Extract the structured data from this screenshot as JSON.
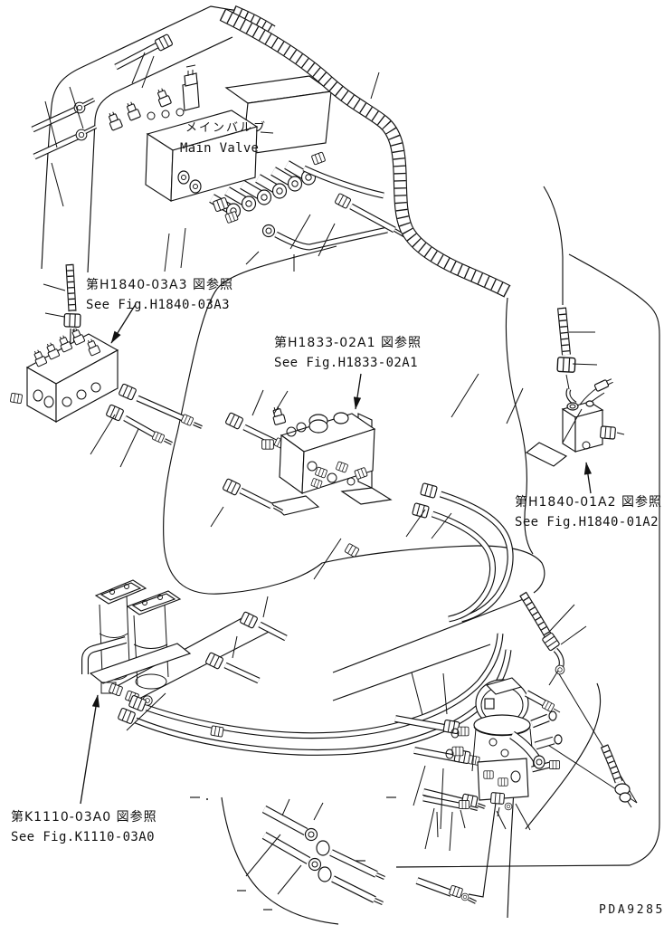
{
  "page": {
    "background": "#ffffff",
    "line_color": "#111111"
  },
  "labels": {
    "main_valve": {
      "jp": "メインバルブ",
      "en": "Main Valve"
    },
    "ref_h1840_03a3": {
      "jp": "第H1840-03A3 図参照",
      "en": "See Fig.H1840-03A3"
    },
    "ref_h1833_02a1": {
      "jp": "第H1833-02A1 図参照",
      "en": "See Fig.H1833-02A1"
    },
    "ref_h1840_01a2": {
      "jp": "第H1840-01A2 図参照",
      "en": "See Fig.H1840-01A2"
    },
    "ref_k1110_03a0": {
      "jp": "第K1110-03A0 図参照",
      "en": "See Fig.K1110-03A0"
    },
    "drawing_number": "PDA9285"
  }
}
